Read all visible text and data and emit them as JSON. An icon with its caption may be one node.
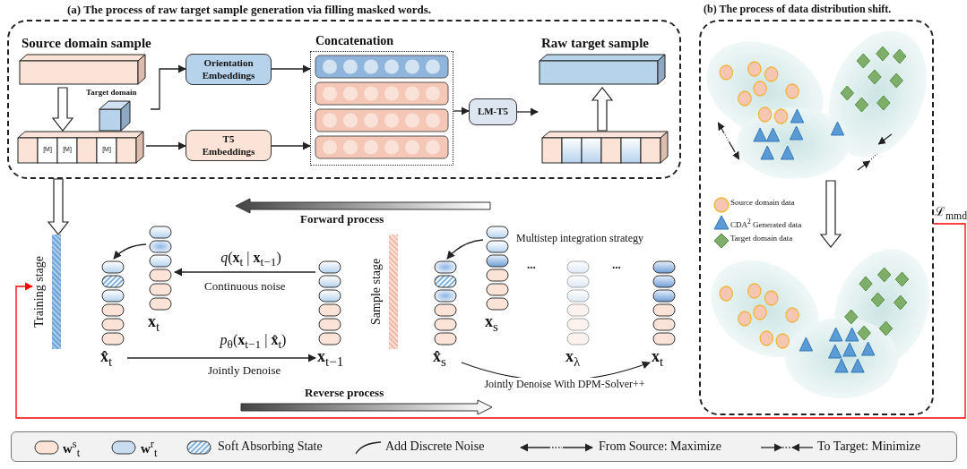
{
  "diagram": {
    "nodes": [
      {
        "text": [
          "(a) The process of raw target sample generation via filling masked words."
        ]
      },
      {
        "text": [
          "Source domain sample"
        ],
        "in": 0
      },
      {
        "text": [
          "[M]",
          "[M]",
          "[M]"
        ],
        "in": 0
      },
      {
        "text": [
          "Target domain"
        ],
        "in": 0
      },
      {
        "text": [
          "Orientation Embeddings"
        ],
        "in": 0
      },
      {
        "text": [
          "T5 Embeddings"
        ],
        "in": 0
      },
      {
        "text": [
          "Concatenation"
        ],
        "in": 0
      },
      {
        "text": [
          "LM-T5"
        ],
        "in": 0
      },
      {
        "text": [],
        "shape": "bar",
        "in": 0
      },
      {
        "text": [
          "Raw target sample"
        ],
        "in": 0
      },
      {
        "text": [
          "Training stage"
        ]
      },
      {
        "text": [
          "**x̂**$_{t}$"
        ]
      },
      {
        "text": [
          "**x**$_{t}$"
        ]
      },
      {
        "text": [
          "**x**$_{t−1}$"
        ]
      },
      {
        "text": [
          "Sample stage"
        ]
      },
      {
        "text": [
          "**x̂**$_{s}$"
        ]
      },
      {
        "text": [
          "**x**$_{s}$"
        ]
      },
      {
        "text": [
          "**x**$_{λ}$"
        ]
      },
      {
        "text": [
          "**x**$_{t}$"
        ]
      },
      {
        "text": [
          "(b) The process of data distribution shift."
        ]
      },
      {
        "text": [],
        "shape": "picture",
        "in": 19
      },
      {
        "text": [],
        "shape": "picture",
        "in": 19
      }
    ],
    "edges": [
      {
        "from": 1,
        "to": 2,
        "arrow": "to"
      },
      {
        "from": 3,
        "to": 4,
        "arrow": "to"
      },
      {
        "from": 2,
        "to": 5,
        "arrow": "to"
      },
      {
        "from": 4,
        "to": 6,
        "arrow": "to"
      },
      {
        "from": 5,
        "to": 6,
        "arrow": "to"
      },
      {
        "from": 6,
        "to": 7,
        "arrow": "to"
      },
      {
        "from": 7,
        "to": null,
        "arrow": "to"
      },
      {
        "from": 8,
        "to": 9,
        "arrow": "to"
      },
      {
        "from": 0,
        "to": 10,
        "arrow": "to"
      },
      {
        "from": 12,
        "to": 11,
        "arrow": "to"
      },
      {
        "from": 13,
        "to": 12,
        "arrow": "to",
        "label": "*q*(**x**$_{t}$ | **x**$_{t−1}$)"
      },
      {
        "from": 11,
        "to": 13,
        "arrow": "to",
        "label": "*p*$_{θ}$(**x**$_{t−1}$ | **x̂**$_{t}$)"
      },
      {
        "from": 16,
        "to": 15,
        "arrow": "to"
      },
      {
        "from": 15,
        "to": 18,
        "arrow": "to",
        "label": "Jointly Denoise With DPM-Solver++"
      },
      {
        "from": 20,
        "to": 21,
        "arrow": "to"
      },
      {
        "from": 19,
        "to": 10,
        "arrow": "to",
        "label": "ℒ$_{mmd}$",
        "color": "#ff0000"
      }
    ],
    "labels": [
      "Forward process",
      "Multistep integration strategy",
      "Continuous noise",
      "...",
      "...",
      "Jointly Denoise",
      "Reverse process"
    ],
    "legend": [
      {
        "text": "Source domain data"
      },
      {
        "text": "CDA$^{2}$ Generated data"
      },
      {
        "text": "Target domain data"
      },
      {
        "text": "**w**$^{s}$$_{t}$",
        "color": "#fbe3d7"
      },
      {
        "text": "**w**$^{r}$$_{t}$",
        "color": "#c9dcf0"
      },
      {
        "text": "Soft Absorbing State"
      },
      {
        "text": "Add Discrete Noise"
      },
      {
        "text": "From Source: Maximize"
      },
      {
        "text": "To Target: Minimize"
      }
    ]
  }
}
